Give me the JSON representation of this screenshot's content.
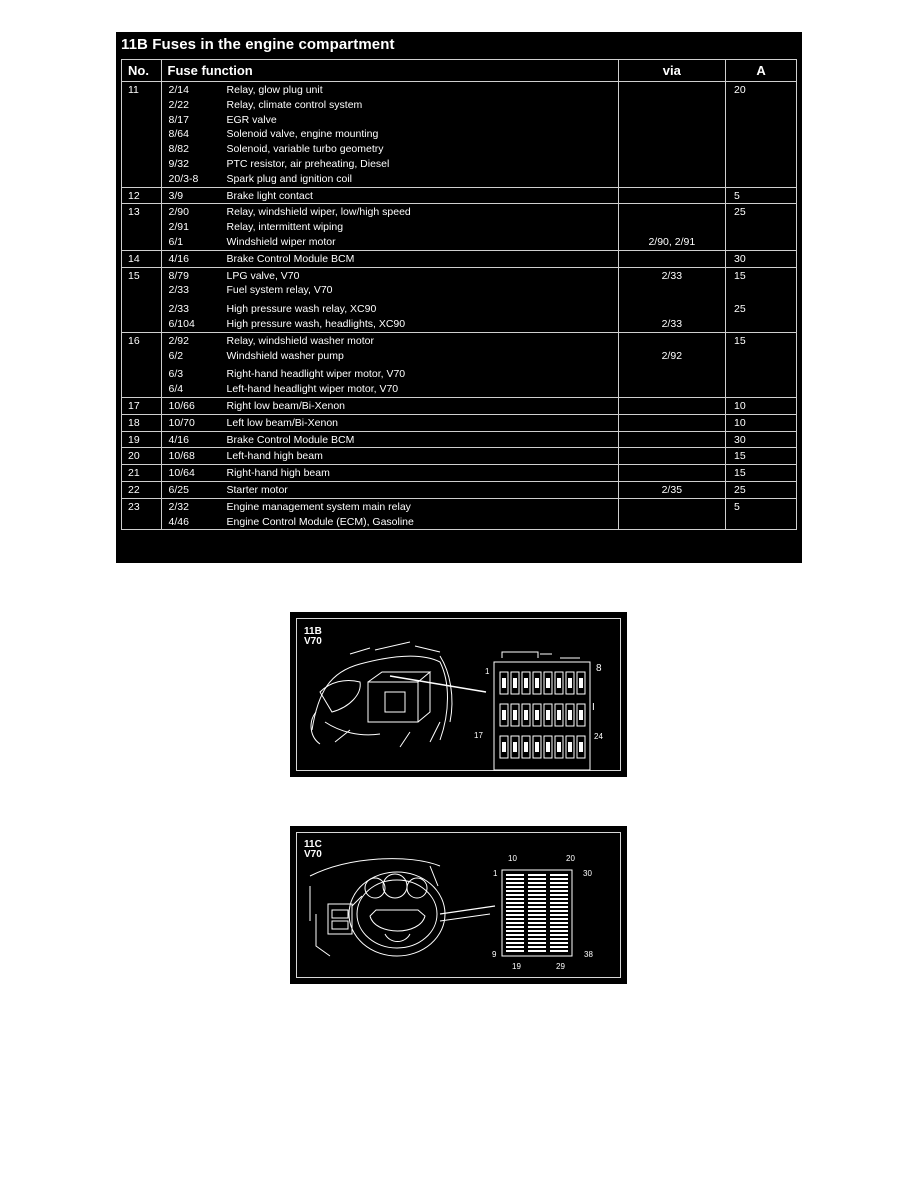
{
  "table": {
    "title": "11B Fuses in the engine compartment",
    "headers": {
      "no": "No.",
      "function": "Fuse function",
      "via": "via",
      "amps": "A"
    },
    "rows": [
      {
        "no": "11",
        "lines": [
          {
            "code": "2/14",
            "desc": "Relay, glow plug unit",
            "via": "",
            "amps": "20"
          },
          {
            "code": "2/22",
            "desc": "Relay, climate control system",
            "via": "",
            "amps": ""
          },
          {
            "code": "8/17",
            "desc": "EGR valve",
            "via": "",
            "amps": ""
          },
          {
            "code": "8/64",
            "desc": "Solenoid valve, engine mounting",
            "via": "",
            "amps": ""
          },
          {
            "code": "8/82",
            "desc": "Solenoid, variable turbo geometry",
            "via": "",
            "amps": ""
          },
          {
            "code": "9/32",
            "desc": "PTC resistor, air preheating, Diesel",
            "via": "",
            "amps": ""
          },
          {
            "code": "20/3-8",
            "desc": "Spark plug and ignition coil",
            "via": "",
            "amps": ""
          }
        ]
      },
      {
        "no": "12",
        "lines": [
          {
            "code": "3/9",
            "desc": "Brake light contact",
            "via": "",
            "amps": "5"
          }
        ]
      },
      {
        "no": "13",
        "lines": [
          {
            "code": "2/90",
            "desc": "Relay, windshield wiper, low/high speed",
            "via": "",
            "amps": "25"
          },
          {
            "code": "2/91",
            "desc": "Relay, intermittent wiping",
            "via": "",
            "amps": ""
          },
          {
            "code": "6/1",
            "desc": "Windshield wiper motor",
            "via": "2/90, 2/91",
            "amps": ""
          }
        ]
      },
      {
        "no": "14",
        "lines": [
          {
            "code": "4/16",
            "desc": "Brake Control Module BCM",
            "via": "",
            "amps": "30"
          }
        ]
      },
      {
        "no": "15",
        "lines": [
          {
            "code": "8/79",
            "desc": "LPG valve, V70",
            "via": "2/33",
            "amps": "15"
          },
          {
            "code": "2/33",
            "desc": "Fuel system relay, V70",
            "via": "",
            "amps": ""
          },
          {
            "code": "2/33",
            "desc": "High pressure wash relay, XC90",
            "via": "",
            "amps": "25",
            "gap": true
          },
          {
            "code": "6/104",
            "desc": "High pressure wash, headlights, XC90",
            "via": "2/33",
            "amps": ""
          }
        ]
      },
      {
        "no": "16",
        "lines": [
          {
            "code": "2/92",
            "desc": "Relay, windshield washer motor",
            "via": "",
            "amps": "15"
          },
          {
            "code": "6/2",
            "desc": "Windshield washer pump",
            "via": "2/92",
            "amps": ""
          },
          {
            "code": "6/3",
            "desc": "Right-hand headlight wiper motor, V70",
            "via": "",
            "amps": "",
            "gap": true
          },
          {
            "code": "6/4",
            "desc": "Left-hand headlight wiper motor, V70",
            "via": "",
            "amps": ""
          }
        ]
      },
      {
        "no": "17",
        "lines": [
          {
            "code": "10/66",
            "desc": "Right low beam/Bi-Xenon",
            "via": "",
            "amps": "10"
          }
        ]
      },
      {
        "no": "18",
        "lines": [
          {
            "code": "10/70",
            "desc": "Left low beam/Bi-Xenon",
            "via": "",
            "amps": "10"
          }
        ]
      },
      {
        "no": "19",
        "lines": [
          {
            "code": "4/16",
            "desc": "Brake Control Module BCM",
            "via": "",
            "amps": "30"
          }
        ]
      },
      {
        "no": "20",
        "lines": [
          {
            "code": "10/68",
            "desc": "Left-hand high beam",
            "via": "",
            "amps": "15"
          }
        ]
      },
      {
        "no": "21",
        "lines": [
          {
            "code": "10/64",
            "desc": "Right-hand high beam",
            "via": "",
            "amps": "15"
          }
        ]
      },
      {
        "no": "22",
        "lines": [
          {
            "code": "6/25",
            "desc": "Starter motor",
            "via": "2/35",
            "amps": "25"
          }
        ]
      },
      {
        "no": "23",
        "lines": [
          {
            "code": "2/32",
            "desc": "Engine management system main relay",
            "via": "",
            "amps": "5"
          },
          {
            "code": "4/46",
            "desc": "Engine Control Module (ECM), Gasoline",
            "via": "",
            "amps": ""
          }
        ]
      }
    ]
  },
  "diagram_11b": {
    "label_line1": "11B",
    "label_line2": "V70",
    "callouts": [
      "1",
      "8",
      "I",
      "17",
      "24"
    ]
  },
  "diagram_11c": {
    "label_line1": "11C",
    "label_line2": "V70",
    "callouts": [
      "10",
      "20",
      "1",
      "30",
      "9",
      "38",
      "19",
      "29"
    ]
  },
  "colors": {
    "panel": "#000000",
    "text": "#ffffff",
    "rule": "#cfcfcf"
  }
}
